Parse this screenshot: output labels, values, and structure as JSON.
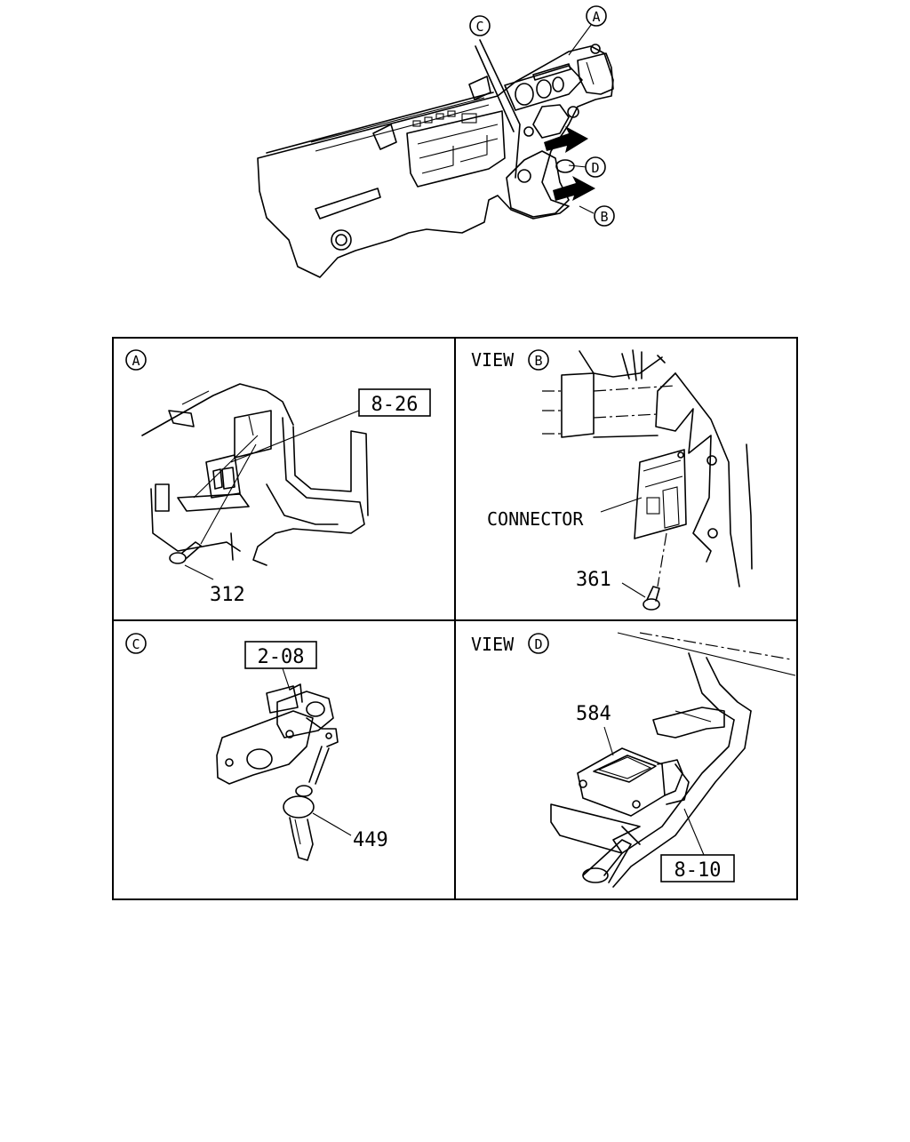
{
  "overview": {
    "callout_a": "A",
    "callout_b": "B",
    "callout_c": "C",
    "callout_d": "D"
  },
  "panels": {
    "a": {
      "marker": "A",
      "ref_box": "8-26",
      "part": "312"
    },
    "b": {
      "view_word": "VIEW",
      "marker": "B",
      "connector_label": "CONNECTOR",
      "part": "361"
    },
    "c": {
      "marker": "C",
      "ref_box": "2-08",
      "part": "449"
    },
    "d": {
      "view_word": "VIEW",
      "marker": "D",
      "part": "584",
      "ref_box": "8-10"
    }
  },
  "icons": [
    "arrow-right-icon",
    "arrow-right-icon",
    "circled-letter-icon"
  ]
}
